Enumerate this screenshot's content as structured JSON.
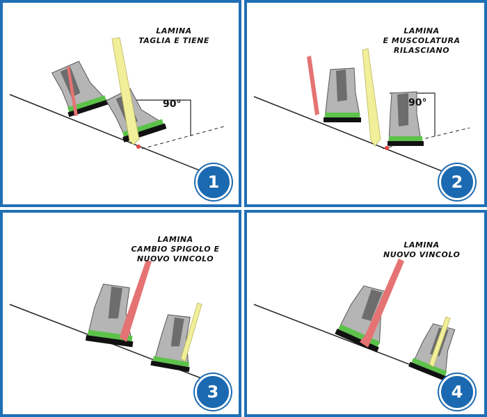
{
  "panels": [
    {
      "number": "1",
      "caption": [
        "LAMINA",
        "TAGLIA E TIENE"
      ],
      "angle": "90°"
    },
    {
      "number": "2",
      "caption": [
        "LAMINA",
        "E MUSCOLATURA",
        "RILASCIANO"
      ],
      "angle": "90°"
    },
    {
      "number": "3",
      "caption": [
        "LAMINA",
        "CAMBIO SPIGOLO E",
        "NUOVO VINCOLO"
      ]
    },
    {
      "number": "4",
      "caption": [
        "LAMINA",
        "NUOVO VINCOLO"
      ]
    }
  ],
  "colors": {
    "frame": "#1f6fb5",
    "badge": "#1b69b0",
    "red_arrow": "#e57373",
    "yellow_arrow": "#f2ef9a",
    "grass": "#5cc24a",
    "slope": "#222222"
  }
}
